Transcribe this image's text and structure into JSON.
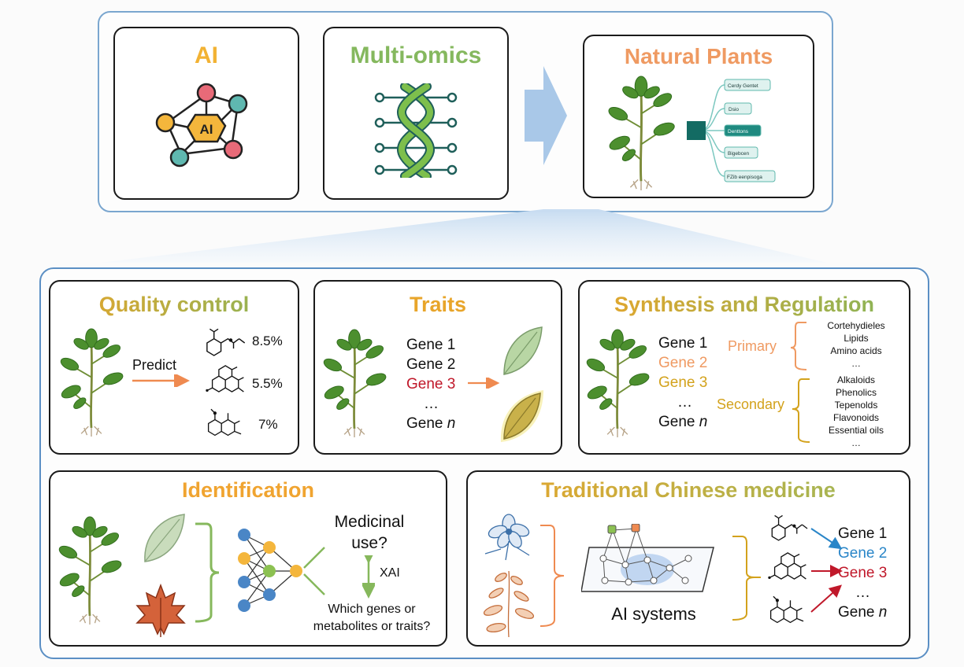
{
  "top": {
    "ai": {
      "title": "AI",
      "icon_label": "AI"
    },
    "multiomics": {
      "title": "Multi-omics"
    },
    "plants": {
      "title": "Natural Plants",
      "tree_labels": [
        "Cerdy Gentet",
        "Dsio",
        "Denttons",
        "Bigebcen",
        "FZib eenpisoga"
      ]
    }
  },
  "quality": {
    "title": "Quality control",
    "predict": "Predict",
    "values": [
      "8.5%",
      "5.5%",
      "7%"
    ]
  },
  "traits": {
    "title": "Traits",
    "genes": [
      "Gene 1",
      "Gene 2",
      "Gene 3",
      "…"
    ],
    "gene_n_prefix": "Gene ",
    "gene_n_italic": "n"
  },
  "synthesis": {
    "title": "Synthesis and Regulation",
    "genes": [
      "Gene 1",
      "Gene 2",
      "Gene 3",
      "…"
    ],
    "gene_n_prefix": "Gene ",
    "gene_n_italic": "n",
    "primary": "Primary",
    "primary_items": [
      "Cortehydieles",
      "Lipids",
      "Amino acids",
      "…"
    ],
    "secondary": "Secondary",
    "secondary_items": [
      "Alkaloids",
      "Phenolics",
      "Tepenolds",
      "Flavonoids",
      "Essential oils",
      "…"
    ]
  },
  "identification": {
    "title": "Identification",
    "q1": [
      "Medicinal",
      "use?"
    ],
    "xai": "XAI",
    "q2": [
      "Which genes or",
      "metabolites or traits?"
    ]
  },
  "tcm": {
    "title": "Traditional Chinese medicine",
    "ai_systems": "AI systems",
    "genes": [
      "Gene 1",
      "Gene 2",
      "Gene 3",
      "…"
    ],
    "gene_n_prefix": "Gene ",
    "gene_n_italic": "n"
  },
  "colors": {
    "orange": "#ef8a50",
    "red": "#c0182a",
    "blue": "#2a86c8",
    "gold": "#d3a21c",
    "green": "#86b85c",
    "tealDark": "#136b63"
  }
}
